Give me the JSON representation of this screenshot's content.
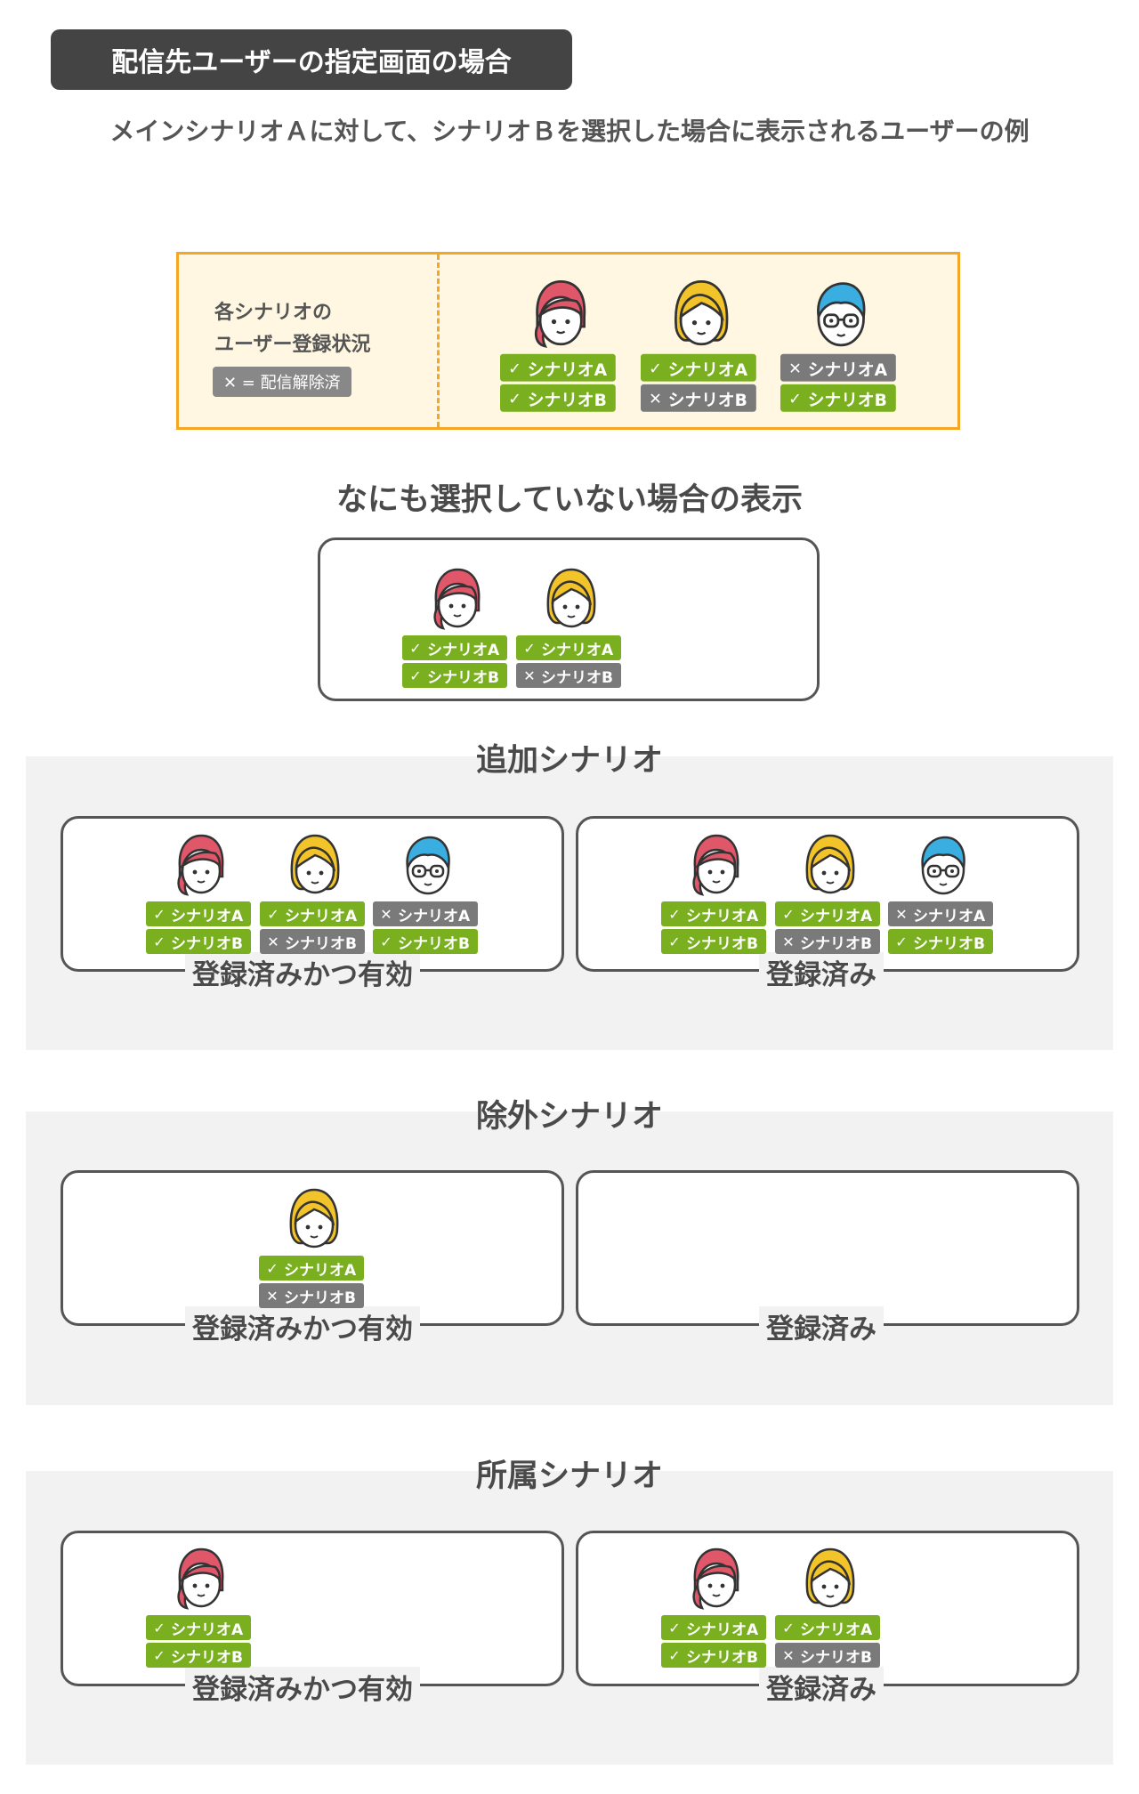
{
  "header": {
    "title": "配信先ユーザーの指定画面の場合",
    "subtitle": "メインシナリオＡに対して、シナリオＢを選択した場合に表示されるユーザーの例"
  },
  "legend": {
    "title_line1": "各シナリオの",
    "title_line2": "ユーザー登録状況",
    "note": "✕ = 配信解除済"
  },
  "tags": {
    "a": "シナリオA",
    "b": "シナリオB",
    "check": "✓",
    "cross": "✕"
  },
  "sections": {
    "none_title": "なにも選択していない場合の表示",
    "add_title": "追加シナリオ",
    "exclude_title": "除外シナリオ",
    "belong_title": "所属シナリオ"
  },
  "labels": {
    "active": "登録済みかつ有効",
    "registered": "登録済み"
  },
  "colors": {
    "pink_hair": "#e0576a",
    "yellow_hair": "#f2c42a",
    "blue_hair": "#3aaee0",
    "tag_on": "#7ab01f",
    "tag_off": "#7a7a7a",
    "legend_border": "#f5a723"
  },
  "users": {
    "pink": {
      "icon": "woman-pink-icon",
      "scenario_a": true,
      "scenario_b": true
    },
    "yellow": {
      "icon": "woman-yellow-icon",
      "scenario_a": true,
      "scenario_b": false
    },
    "blue": {
      "icon": "man-glasses-icon",
      "scenario_a": false,
      "scenario_b": true
    }
  }
}
